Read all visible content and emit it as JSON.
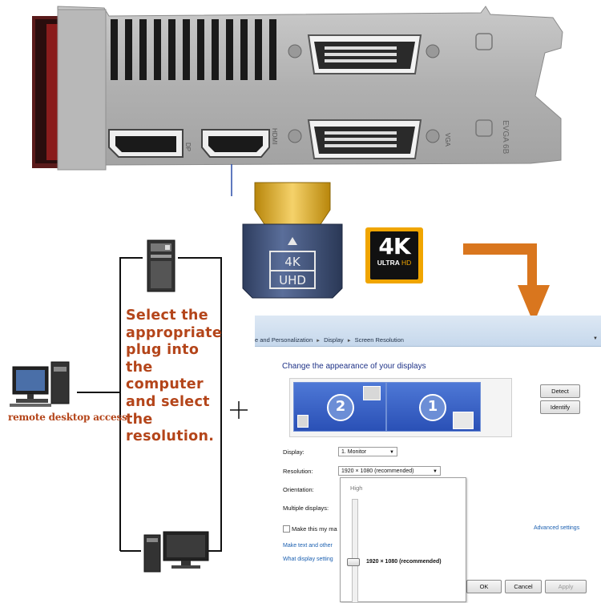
{
  "card": {
    "port_labels": [
      "DP",
      "HDMI",
      "VGA"
    ],
    "port_icon": "dvi-icon",
    "stamp_text": "EVGA 6B"
  },
  "adapter": {
    "label_top": "4K",
    "label_bottom": "UHD"
  },
  "badge": {
    "big": "4K",
    "small_a": "ULTRA",
    "small_b": "HD"
  },
  "diagram": {
    "instruction_lines": [
      "Select the",
      "appropriate",
      "plug into",
      "the",
      "computer",
      "and select",
      "the",
      "resolution."
    ],
    "remote_label": "remote desktop access",
    "plus": "+"
  },
  "window": {
    "breadcrumb": [
      "e and Personalization",
      "Display",
      "Screen Resolution"
    ],
    "heading": "Change the appearance of your displays",
    "monitor_1": "1",
    "monitor_2": "2",
    "detect_button": "Detect",
    "identify_button": "Identify",
    "display_label": "Display:",
    "display_value": "1. Monitor",
    "resolution_label": "Resolution:",
    "resolution_value": "1920 × 1080 (recommended)",
    "orientation_label": "Orientation:",
    "multiple_label": "Multiple displays:",
    "make_this_label": "Make this my ma",
    "make_text_link": "Make text and other",
    "what_display_link": "What display setting",
    "advanced_link": "Advanced settings",
    "ok_button": "OK",
    "cancel_button": "Cancel",
    "apply_button": "Apply",
    "popup_high": "High",
    "popup_value": "1920 × 1080 (recommended)"
  },
  "colors": {
    "accent_orange": "#d9761e",
    "text_rust": "#b4451a",
    "adapter_blue": "#4a5f8c",
    "windows_blue": "#2a50b6"
  }
}
